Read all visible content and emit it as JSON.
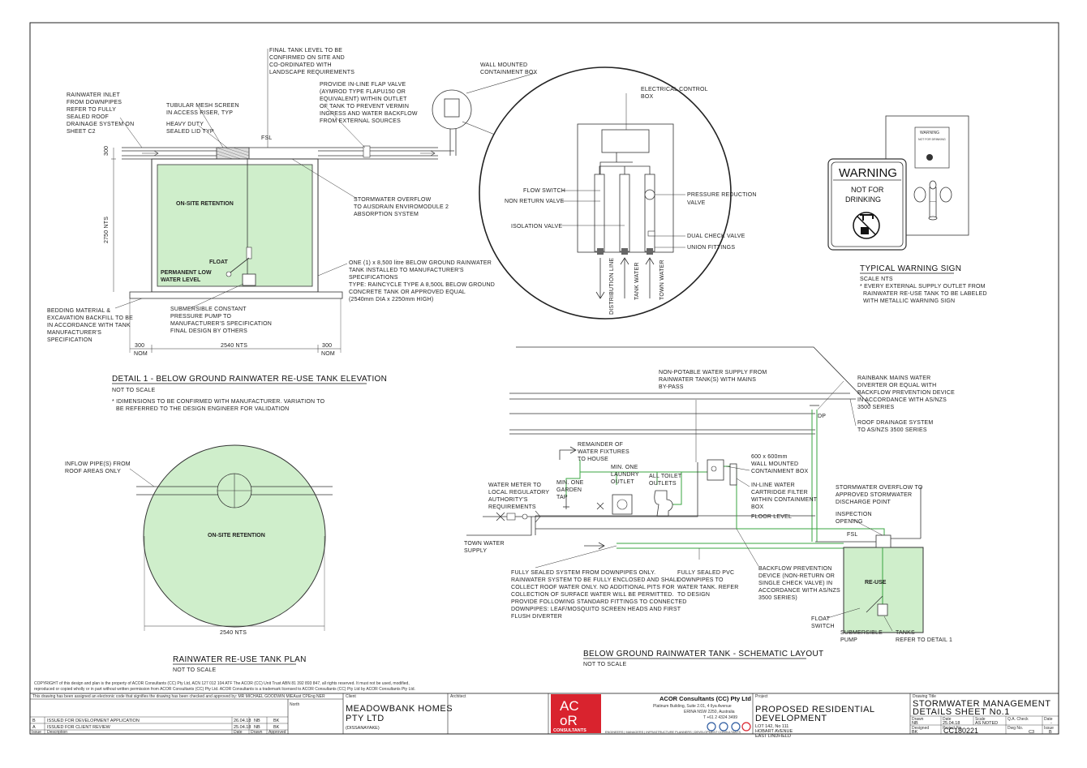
{
  "detail1": {
    "title": "DETAIL 1 - BELOW GROUND RAINWATER RE-USE TANK ELEVATION",
    "scale": "NOT TO SCALE",
    "note1": "* IDIMENSIONS TO BE CONFIRMED WITH MANUFACTURER. VARIATION TO",
    "note2": "BE REFERRED TO THE DESIGN ENGINEER FOR VALIDATION",
    "onsite": "ON-SITE RETENTION",
    "float": "FLOAT",
    "permanent1": "PERMANENT LOW",
    "permanent2": "WATER LEVEL",
    "dim300": "300",
    "dim2750": "2750 NTS",
    "dim_bottom_left": "300",
    "dim_bottom_left2": "NOM",
    "dim_bottom_mid": "2540 NTS",
    "dim_bottom_right": "300",
    "dim_bottom_right2": "NOM",
    "fsl": "FSL",
    "inlet": [
      "RAINWATER INLET",
      "FROM DOWNPIPES",
      "REFER TO FULLY",
      "SEALED ROOF",
      "DRAINAGE SYSTEM ON",
      "SHEET C2"
    ],
    "mesh": [
      "TUBULAR MESH SCREEN",
      "IN ACCESS RISER, TYP"
    ],
    "lid": [
      "HEAVY DUTY",
      "SEALED LID TYP"
    ],
    "final": [
      "FINAL TANK LEVEL TO BE",
      "CONFIRMED ON SITE AND",
      "CO-ORDINATED WITH",
      "LANDSCAPE REQUIREMENTS"
    ],
    "flap": [
      "PROVIDE IN-LINE FLAP VALVE",
      "(AYMROD TYPE FLAPU150 OR",
      "EQUIVALENT) WITHIN OUTLET",
      "OF TANK TO PREVENT VERMIN",
      "INGRESS AND WATER BACKFLOW",
      "FROM EXTERNAL SOURCES"
    ],
    "overflow": [
      "STORMWATER OVERFLOW",
      "TO AUSDRAIN ENVIROMODULE 2",
      "ABSORPTION SYSTEM"
    ],
    "tank": [
      "ONE (1) x 8,500 litre BELOW GROUND RAINWATER",
      "TANK INSTALLED TO MANUFACTURER'S",
      "SPECIFICATIONS",
      "TYPE: RAINCYCLE TYPE A 8,500L BELOW GROUND",
      "CONCRETE TANK OR APPROVED EQUAL",
      "(2540mm DIA x 2250mm HIGH)"
    ],
    "pump": [
      "SUBMERSIBLE CONSTANT",
      "PRESSURE PUMP TO",
      "MANUFACTURER'S SPECIFICATION",
      "FINAL DESIGN BY OTHERS"
    ],
    "bedding": [
      "BEDDING MATERIAL &",
      "EXCAVATION BACKFILL TO BE",
      "IN ACCORDANCE WITH TANK",
      "MANUFACTURER'S",
      "SPECIFICATION"
    ]
  },
  "circle_detail": {
    "wall": [
      "WALL MOUNTED",
      "CONTAINMENT BOX"
    ],
    "control": [
      "ELECTRICAL CONTROL",
      "BOX"
    ],
    "flow": "FLOW SWITCH",
    "nonreturn": "NON RETURN VALVE",
    "isolation": "ISOLATION VALVE",
    "prv": [
      "PRESSURE REDUCTION",
      "VALVE"
    ],
    "dual": "DUAL CHECK VALVE",
    "union": "UNION FITTINGS",
    "dist": "DISTRIBUTION LINE",
    "tankwater": "TANK WATER",
    "townwater": "TOWN WATER"
  },
  "warning": {
    "main": "WARNING",
    "sub1": "NOT FOR",
    "sub2": "DRINKING",
    "small": "WARNING",
    "small_sub": "NOT FOR DRINKING",
    "title": "TYPICAL WARNING SIGN",
    "scale": "SCALE NTS",
    "note1": "* EVERY EXTERNAL SUPPLY OUTLET FROM",
    "note2": "RAINWATER RE-USE TANK TO BE LABELED",
    "note3": "WITH METALLIC WARNING SIGN"
  },
  "plan": {
    "title": "RAINWATER RE-USE TANK PLAN",
    "scale": "NOT TO SCALE",
    "onsite": "ON-SITE RETENTION",
    "inflow": [
      "INFLOW PIPE(S) FROM",
      "ROOF AREAS ONLY"
    ],
    "dim": "2540 NTS"
  },
  "schematic": {
    "title": "BELOW GROUND RAINWATER TANK - SCHEMATIC LAYOUT",
    "scale": "NOT TO SCALE",
    "nonpotable": [
      "NON-POTABLE WATER SUPPLY FROM",
      "RAINWATER TANK(S) WITH MAINS",
      "BY-PASS"
    ],
    "rainbank": [
      "RAINBANK MAINS WATER",
      "DIVERTER OR EQUAL WITH",
      "BACKFLOW PREVENTION DEVICE",
      "IN ACCORDANCE WITH AS/NZS",
      "3500 SERIES"
    ],
    "roof": [
      "ROOF DRAINAGE SYSTEM",
      "TO AS/NZS 3500 SERIES"
    ],
    "dp": "DP",
    "remainder": [
      "REMAINDER OF",
      "WATER FIXTURES",
      "TO HOUSE"
    ],
    "laundry": [
      "MIN. ONE",
      "LAUNDRY",
      "OUTLET"
    ],
    "toilet": [
      "ALL TOILET",
      "OUTLETS"
    ],
    "garden": [
      "MIN. ONE",
      "GARDEN",
      "TAP"
    ],
    "box": [
      "600 x 600mm",
      "WALL MOUNTED",
      "CONTAINMENT BOX"
    ],
    "filter": [
      "IN-LINE WATER",
      "CARTRIDGE FILTER",
      "WITHIN CONTAINMENT",
      "BOX"
    ],
    "floor": "FLOOR LEVEL",
    "meter": [
      "WATER METER TO",
      "LOCAL REGULATORY",
      "AUTHORITY'S",
      "REQUIREMENTS"
    ],
    "town": [
      "TOWN WATER",
      "SUPPLY"
    ],
    "sw_over": [
      "STORMWATER OVERFLOW TO",
      "APPROVED STORMWATER",
      "DISCHARGE POINT"
    ],
    "inspection": [
      "INSPECTION",
      "OPENING"
    ],
    "fsl": "FSL",
    "reuse": "RE-USE",
    "sealed": [
      "FULLY SEALED SYSTEM FROM DOWNPIPES ONLY.",
      "RAINWATER SYSTEM TO BE FULLY ENCLOSED AND SHALL",
      "COLLECT ROOF WATER ONLY. NO ADDITIONAL PITS FOR",
      "COLLECTION OF SURFACE WATER WILL BE PERMITTED.",
      "PROVIDE FOLLOWING STANDARD FITTINGS TO CONNECTED",
      "DOWNPIPES: LEAF/MOSQUITO SCREEN HEADS AND FIRST",
      "FLUSH DIVERTER"
    ],
    "pvc": [
      "FULLY SEALED PVC",
      "DOWNPIPES TO",
      "WATER TANK. REFER",
      "TO DESIGN"
    ],
    "backflow": [
      "BACKFLOW PREVENTION",
      "DEVICE (NON-RETURN OR",
      "SINGLE CHECK VALVE) IN",
      "ACCORDANCE WITH AS/NZS",
      "3500 SERIES)"
    ],
    "floatsw": [
      "FLOAT",
      "SWITCH"
    ],
    "pump": [
      "SUBMERSIBLE",
      "PUMP"
    ],
    "tanks": [
      "TANKS",
      "REFER TO DETAIL 1"
    ]
  },
  "titleblock": {
    "copyright": "COPYRIGHT of this design and plan is the property of ACOR Consultants (CC) Pty Ltd, ACN 127 012 104 ATF The ACOR (CC) Unit Trust ABN 81 392 893 847, all rights reserved. It must not be used, modified,",
    "copyright2": "reproduced or copied wholly or in part without written permission from ACOR Consultants (CC) Pty Ltd. ACOR Consultants is a trademark licensed to ACOR Consultants (CC) Pty Ltd by ACOR Consultants Pty Ltd.",
    "electronic": "This drawing has been assigned an electronic code that signifies the drawing has been checked and approved by: MR MICHAEL GOODWIN MIEAust CPEng NER",
    "north": "North",
    "client_label": "Client",
    "client1": "MEADOWBANK HOMES",
    "client2": "PTY LTD",
    "client3": "(DISSANAYAKE)",
    "architect_label": "Architect",
    "firm": "ACOR Consultants (CC) Pty Ltd",
    "firm_addr1": "Platinum Building, Suite 2.01, 4 Ilya Avenue",
    "firm_addr2": "ERINA NSW 2250, Australia",
    "firm_tel": "T +61 2 4324 3499",
    "logo1": "AC",
    "logo2": "oR",
    "logo_sub": "CONSULTANTS",
    "services": "ENGINEERS | MANAGERS | INFRASTRUCTURE PLANNERS | DEVELOPMENT CONSULTANTS",
    "project_label": "Project",
    "project1": "PROPOSED RESIDENTIAL",
    "project2": "DEVELOPMENT",
    "lot": "LOT 142, No 111",
    "street": "HOBART AVENUE",
    "suburb": "EAST LINDFIELD",
    "drawing_label": "Drawing Title",
    "drawing1": "STORMWATER MANAGEMENT",
    "drawing2": "DETAILS SHEET No.1",
    "drawn_label": "Drawn",
    "drawn": "NB",
    "date_label": "Date",
    "date": "25.04.18",
    "scale_label": "Scale",
    "scale": "AS NOTED",
    "qa_label": "Q.A. Check",
    "qa": "",
    "date2_label": "Date",
    "date2": "-",
    "designed_label": "Designed",
    "designed": "BK",
    "projno_label": "Project No.",
    "projno": "CC180221",
    "dwgno_label": "Dwg No.",
    "dwgno": "C3",
    "issue_label": "Issue",
    "issue": "B",
    "rev_headers": [
      "Issue",
      "Description",
      "Date",
      "Drawn",
      "Approved"
    ],
    "revisions": [
      {
        "issue": "B",
        "desc": "ISSUED FOR DEVELOPMENT APPLICATION",
        "date": "26.04.18",
        "drawn": "NB",
        "appr": "BK"
      },
      {
        "issue": "A",
        "desc": "ISSUED FOR CLIENT REVIEW",
        "date": "25.04.18",
        "drawn": "NB",
        "appr": "BK"
      }
    ]
  },
  "colors": {
    "green": "#cfeecb",
    "greenline": "#3aa640",
    "logo": "#d9232e"
  }
}
